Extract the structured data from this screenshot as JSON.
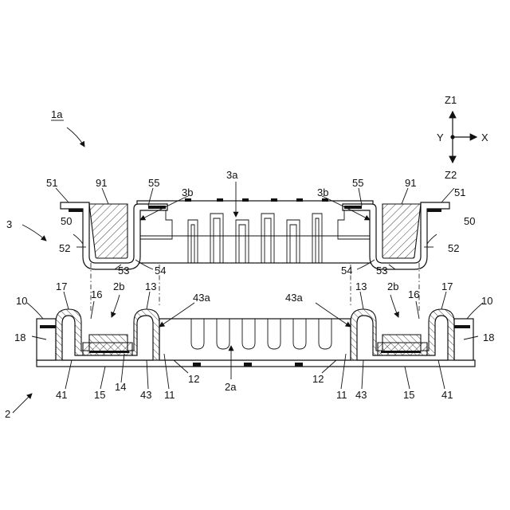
{
  "axes": {
    "z1": "Z1",
    "z2": "Z2",
    "y": "Y",
    "x": "X"
  },
  "labels": {
    "assembly": "1a",
    "conn_top": "3",
    "conn_bottom": "2",
    "l3a": "3a",
    "l3b_left": "3b",
    "l3b_right": "3b",
    "l51_left": "51",
    "l51_right": "51",
    "l91_left": "91",
    "l91_right": "91",
    "l55_left": "55",
    "l55_right": "55",
    "l50_left": "50",
    "l50_right": "50",
    "l52_left": "52",
    "l52_right": "52",
    "l53_left": "53",
    "l53_right": "53",
    "l54_left": "54",
    "l54_right": "54",
    "l10_left": "10",
    "l10_right": "10",
    "l17_left": "17",
    "l17_right": "17",
    "l16_left": "16",
    "l16_right": "16",
    "l2b_left": "2b",
    "l2b_right": "2b",
    "l13_left": "13",
    "l13_right": "13",
    "l43a_left": "43a",
    "l43a_right": "43a",
    "l18_left": "18",
    "l18_right": "18",
    "l2a": "2a",
    "l12_left": "12",
    "l12_right": "12",
    "l41_left": "41",
    "l41_right": "41",
    "l15_left": "15",
    "l15_right": "15",
    "l14": "14",
    "l43_left": "43",
    "l43_right": "43",
    "l11_left": "11",
    "l11_right": "11"
  }
}
